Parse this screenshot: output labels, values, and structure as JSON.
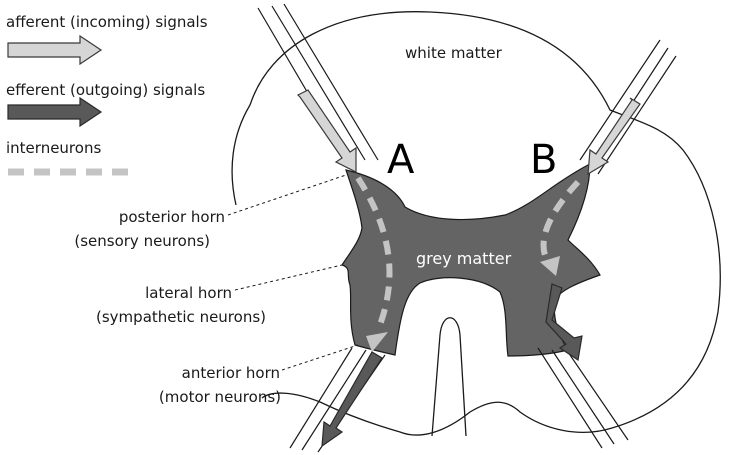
{
  "legend": {
    "afferent": "afferent (incoming) signals",
    "efferent": "efferent (outgoing) signals",
    "interneurons": "interneurons"
  },
  "regions": {
    "white_matter": "white matter",
    "grey_matter": "grey matter"
  },
  "markers": {
    "a": "A",
    "b": "B"
  },
  "callouts": {
    "posterior_line1": "posterior horn",
    "posterior_line2": "(sensory neurons)",
    "lateral_line1": "lateral horn",
    "lateral_line2": "(sympathetic neurons)",
    "anterior_line1": "anterior horn",
    "anterior_line2": "(motor neurons)"
  },
  "colors": {
    "afferent": "#d6d6d6",
    "efferent": "#595959",
    "interneuron": "#c4c4c4",
    "grey_matter": "#646464"
  }
}
